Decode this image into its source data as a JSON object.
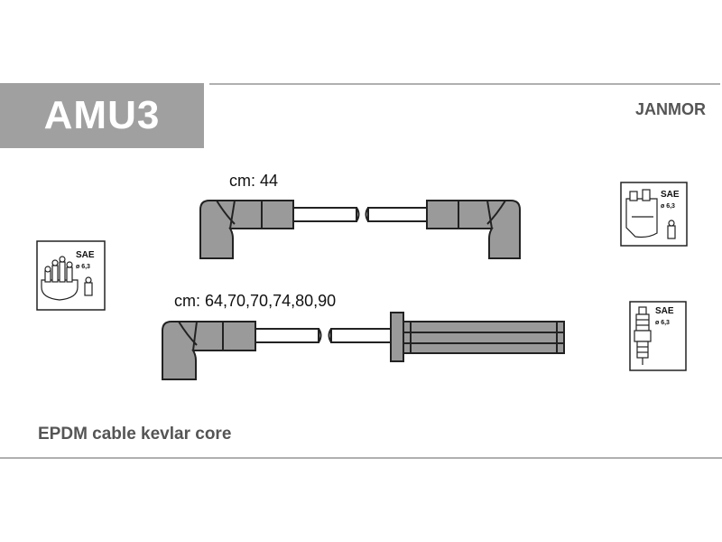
{
  "product_code": "AMU3",
  "brand": "JANMOR",
  "cables": {
    "top_length": "cm: 44",
    "bottom_lengths": "cm: 64,70,70,74,80,90"
  },
  "material": "EPDM cable kevlar core",
  "connectors": {
    "left_distributor": {
      "standard": "SAE",
      "diameter": "ø 6,3"
    },
    "right_distributor": {
      "standard": "SAE",
      "diameter": "ø 6,3"
    },
    "right_spark_plug": {
      "standard": "SAE",
      "diameter": "ø 6,3"
    }
  },
  "colors": {
    "header_gray": "#a0a0a0",
    "boot_gray": "#9a9a9a"
  }
}
